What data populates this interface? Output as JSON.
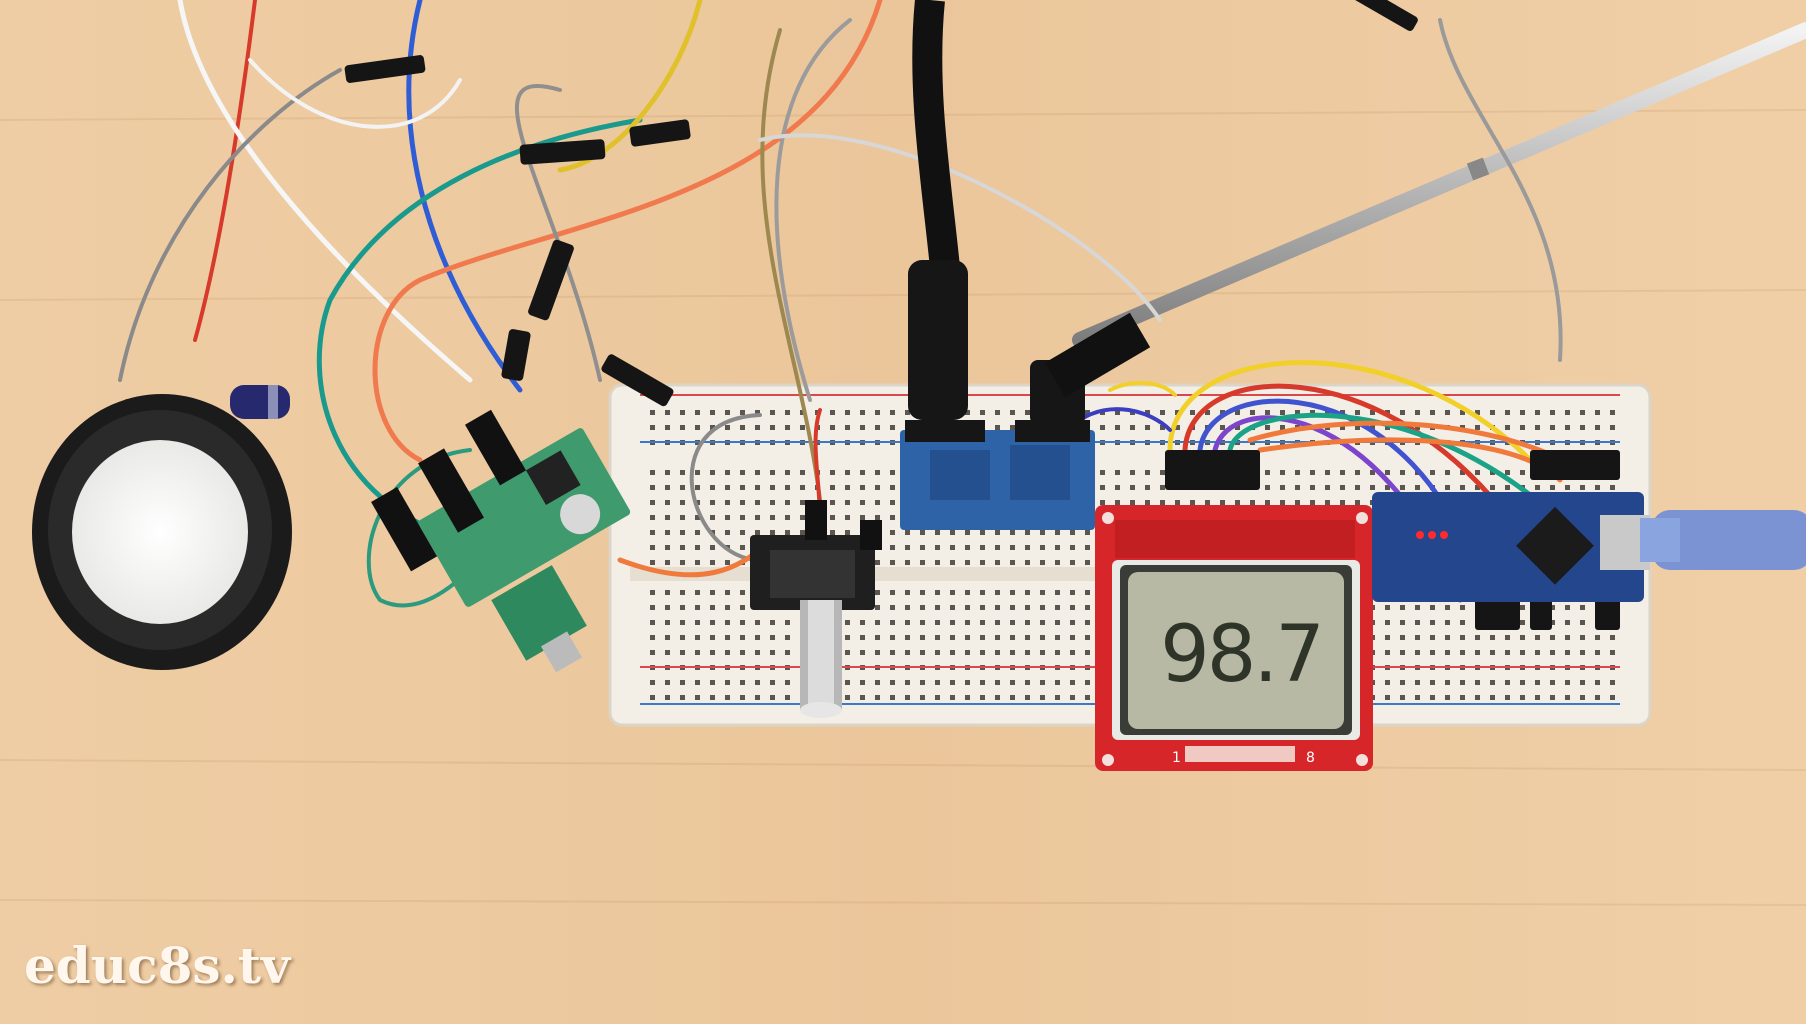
{
  "display": {
    "frequency": "98.7"
  },
  "watermark": {
    "text": "educ8s.tv"
  },
  "pcb_labels": {
    "lcd_pin_first": "1",
    "lcd_pin_last": "8"
  },
  "colors": {
    "table": "#ecc9a0",
    "breadboard": "#f2ede4",
    "lcd_board": "#d6262a",
    "lcd_screen": "#b8b9a5",
    "radio_module": "#2f63a8",
    "arduino": "#24468c",
    "amplifier": "#3f9b6e"
  },
  "icons": [
    "speaker",
    "capacitor",
    "rotary-encoder",
    "audio-jack",
    "usb-cable",
    "antenna"
  ]
}
